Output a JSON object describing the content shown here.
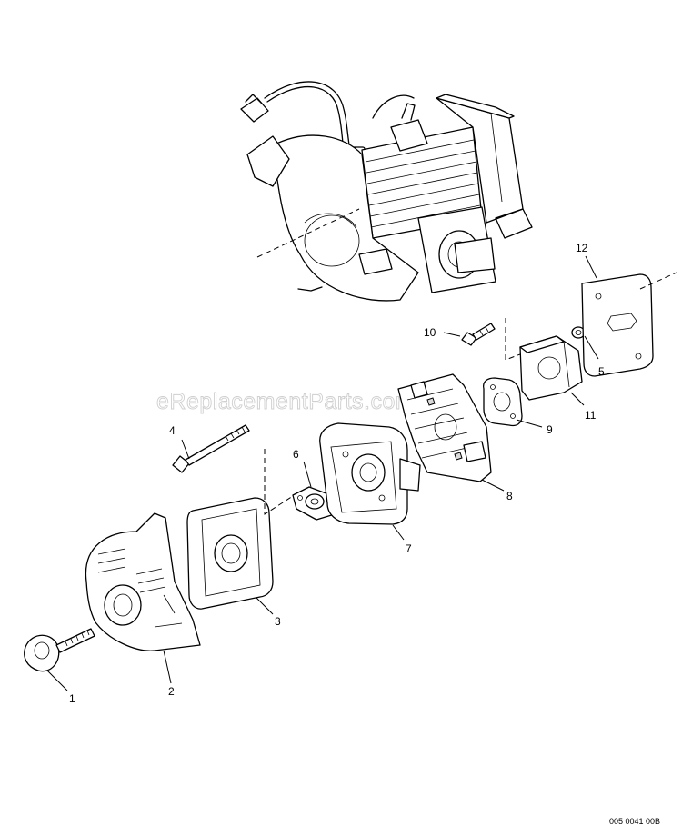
{
  "watermark": "eReplacementParts.com",
  "drawing_code": "005 0041 00B",
  "callouts": [
    {
      "id": "1",
      "label": "1"
    },
    {
      "id": "2",
      "label": "2"
    },
    {
      "id": "3",
      "label": "3"
    },
    {
      "id": "4",
      "label": "4"
    },
    {
      "id": "5",
      "label": "5"
    },
    {
      "id": "6",
      "label": "6"
    },
    {
      "id": "7",
      "label": "7"
    },
    {
      "id": "8",
      "label": "8"
    },
    {
      "id": "9",
      "label": "9"
    },
    {
      "id": "10",
      "label": "10"
    },
    {
      "id": "11",
      "label": "11"
    },
    {
      "id": "12",
      "label": "12"
    }
  ]
}
